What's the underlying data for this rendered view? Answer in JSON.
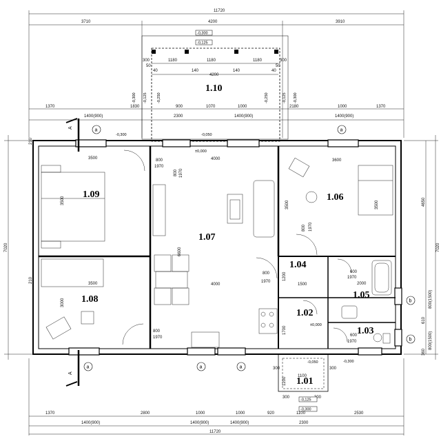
{
  "dimensions": {
    "top_total": "11720",
    "top_seg1": "3710",
    "top_seg2": "4200",
    "top_seg3": "3910",
    "terrace_top1": "1180",
    "terrace_top2": "1180",
    "terrace_top3": "1180",
    "terrace_side_l": "300",
    "terrace_side_r": "300",
    "terrace_post1": "140",
    "terrace_post2": "140",
    "terrace_inner": "4200",
    "terrace_small_l": "40",
    "terrace_small_r": "40",
    "terrace_50_l": "50",
    "terrace_50_r": "50",
    "row2_a": "1370",
    "row2_b": "1400(900)",
    "row2_c": "1830",
    "row2_d": "900",
    "row2_e": "1070",
    "row2_f": "1000",
    "row2_g": "2180",
    "row2_h": "1000",
    "row2_i": "1370",
    "row3_a": "2300",
    "row3_b": "1400(900)",
    "row3_c": "1400(900)",
    "bot_a": "1370",
    "bot_b": "2800",
    "bot_c": "1000",
    "bot_d": "1000",
    "bot_e": "920",
    "bot_f": "1100",
    "bot_g": "2530",
    "bot2_a": "1400(900)",
    "bot2_b": "1400(900)",
    "bot2_c": "1400(900)",
    "bot2_d": "2300",
    "bot_total": "11720",
    "left_total": "7020",
    "right_total": "7020",
    "right_a": "4650",
    "right_b": "800(1500)",
    "right_c": "610",
    "right_d": "800(1500)",
    "right_e": "360",
    "left_a": "210",
    "left_b": "210",
    "r109_w": "3500",
    "r109_h": "3500",
    "r108_w": "3500",
    "r108_h": "3000",
    "r107_top": "4000",
    "r107_bot": "4000",
    "r107_h": "6600",
    "r106_w": "3600",
    "r106_h1": "3500",
    "r106_h2": "3500",
    "r104_w": "1500",
    "r104_h": "1200",
    "r105_w": "2000",
    "r102_h": "1700",
    "r101_w": "1100",
    "r101_a": "300",
    "r101_b": "300",
    "r101_c": "1200",
    "r101_d": "300",
    "r101_e": "300",
    "door_800": "800",
    "door_1970": "1970",
    "door_ht": "1970",
    "door_600": "600",
    "door_900": "900"
  },
  "levels": {
    "l1": "-0,300",
    "l2": "-0,125",
    "l3": "-0,300",
    "l4": "-0,125",
    "l5": "-0,250",
    "l6": "-0,250",
    "l7": "-0,125",
    "l8": "-0,300",
    "l9": "-0,300",
    "l10": "-0,050",
    "l11": "±0,000",
    "l12": "±0,000",
    "l13": "-0,050",
    "l14": "-0,300",
    "l15": "-0,125",
    "l16": "-0,300"
  },
  "rooms": {
    "r101": "1.01",
    "r102": "1.02",
    "r103": "1.03",
    "r104": "1.04",
    "r105": "1.05",
    "r106": "1.06",
    "r107": "1.07",
    "r108": "1.08",
    "r109": "1.09",
    "r110": "1.10"
  },
  "axes": {
    "a": "a",
    "b": "b",
    "section": "A"
  }
}
